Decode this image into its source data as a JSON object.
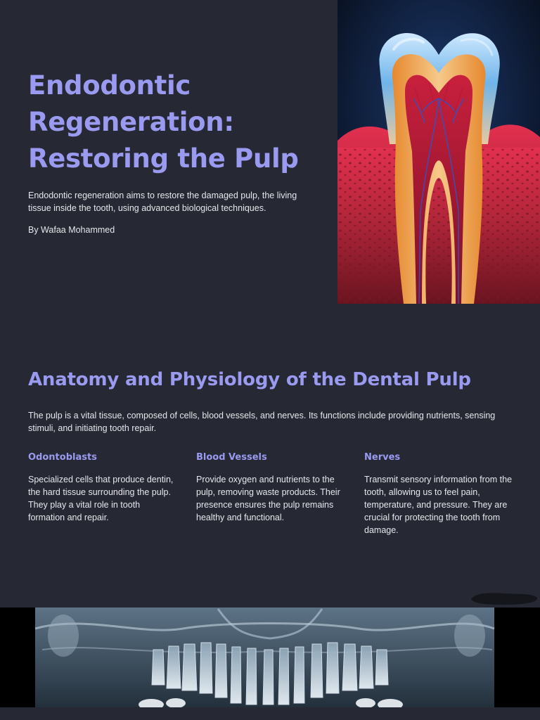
{
  "hero": {
    "title": "Endodontic Regeneration: Restoring the Pulp",
    "description": "Endodontic regeneration aims to restore the damaged pulp, the living tissue inside the tooth, using advanced biological techniques.",
    "author": "By Wafaa Mohammed"
  },
  "anatomy": {
    "title": "Anatomy and Physiology of the Dental Pulp",
    "description": "The pulp is a vital tissue, composed of cells, blood vessels, and nerves. Its functions include providing nutrients, sensing stimuli, and initiating tooth repair.",
    "cards": [
      {
        "title": "Odontoblasts",
        "text": "Specialized cells that produce dentin, the hard tissue surrounding the pulp. They play a vital role in tooth formation and repair."
      },
      {
        "title": "Blood Vessels",
        "text": "Provide oxygen and nutrients to the pulp, removing waste products. Their presence ensures the pulp remains healthy and functional."
      },
      {
        "title": "Nerves",
        "text": "Transmit sensory information from the tooth, allowing us to feel pain, temperature, and pressure. They are crucial for protecting the tooth from damage."
      }
    ]
  },
  "colors": {
    "background": "#262833",
    "heading": "#9a9af0",
    "body_text": "#e6e7ec"
  },
  "images": {
    "tooth": "tooth-cross-section-illustration",
    "xray": "dental-panoramic-xray"
  }
}
